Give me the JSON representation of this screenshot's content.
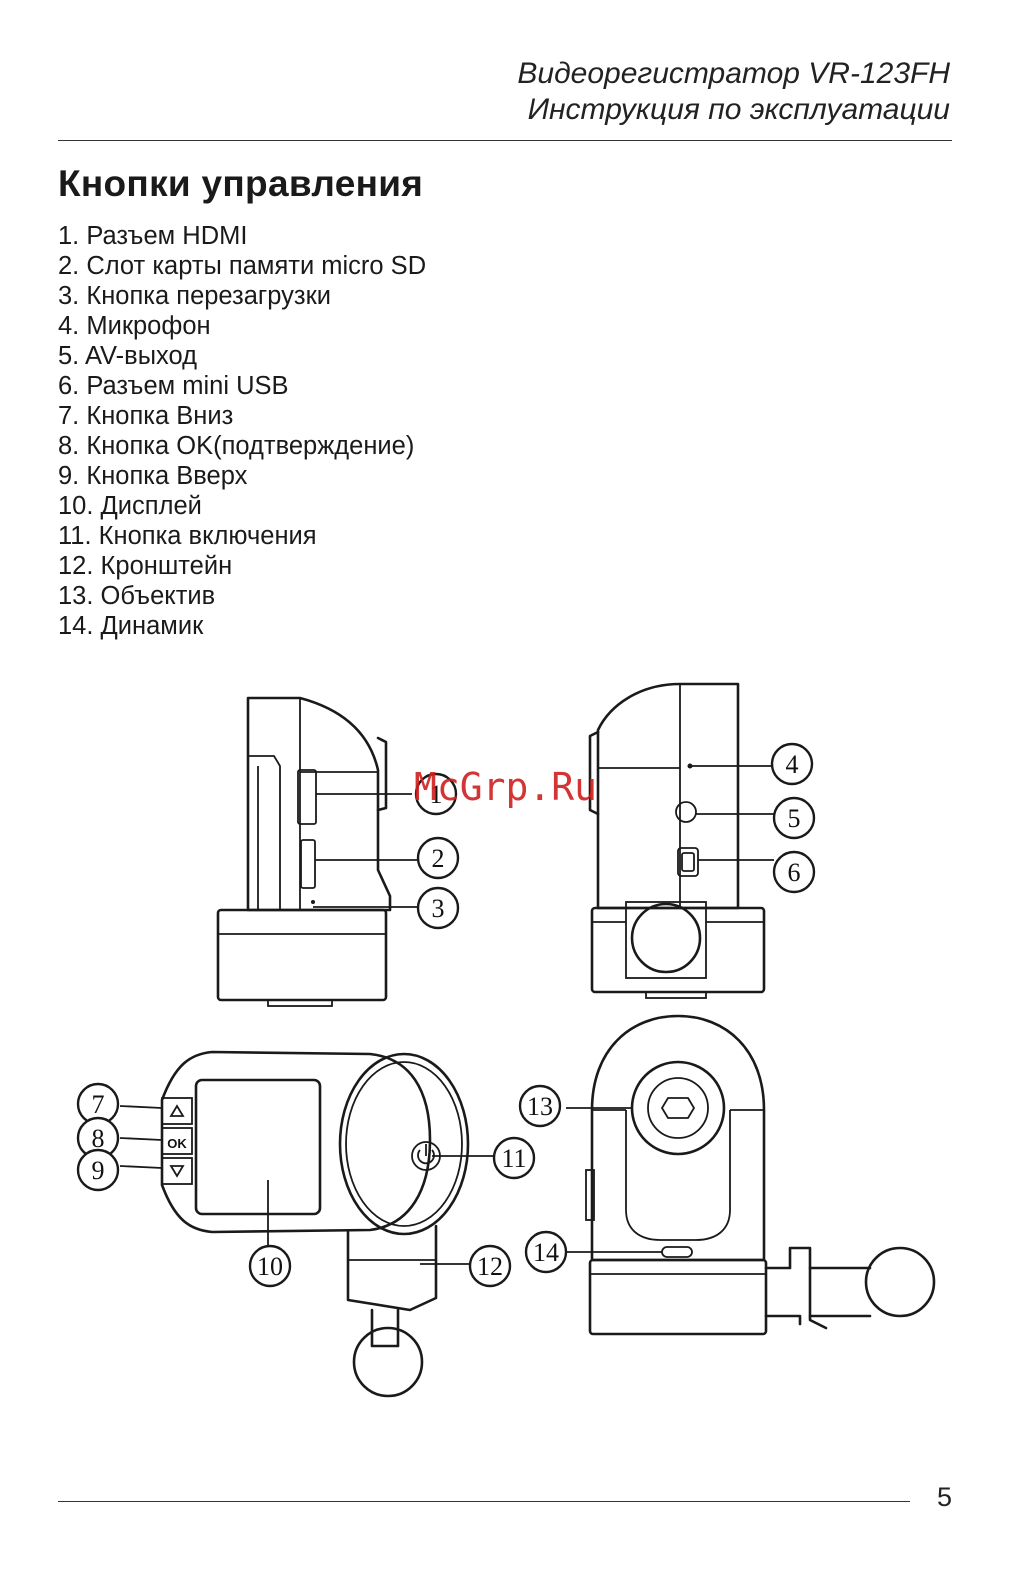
{
  "header": {
    "line1": "Видеорегистратор VR-123FH",
    "line2": "Инструкция по эксплуатации"
  },
  "title": "Кнопки управления",
  "items": [
    "1. Разъем HDMI",
    "2. Слот карты памяти micro SD",
    "3. Кнопка перезагрузки",
    "4. Микрофон",
    "5. AV-выход",
    "6. Разъем mini USB",
    "7. Кнопка Вниз",
    "8. Кнопка OK(подтверждение)",
    "9. Кнопка Вверх",
    "10. Дисплей",
    "11. Кнопка включения",
    "12. Кронштейн",
    "13. Объектив",
    "14. Динамик"
  ],
  "figure": {
    "callouts": [
      "1",
      "2",
      "3",
      "4",
      "5",
      "6",
      "7",
      "8",
      "9",
      "10",
      "11",
      "12",
      "13",
      "14"
    ],
    "button_ok_text": "OK",
    "watermark": "McGrp.Ru"
  },
  "footer": {
    "page_number": "5"
  }
}
